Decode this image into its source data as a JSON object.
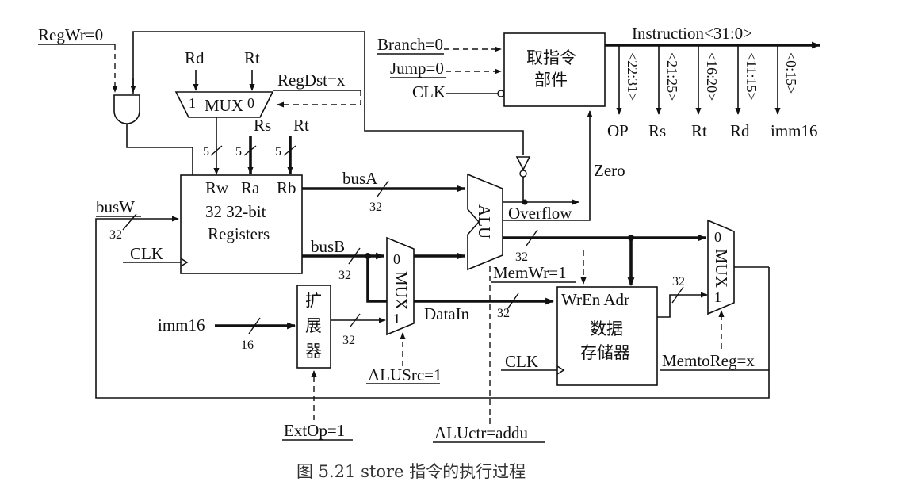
{
  "labels": {
    "regwr": "RegWr=0",
    "branch": "Branch=0",
    "jump": "Jump=0",
    "clk_fetch": "CLK",
    "fetch_block": [
      "取指令",
      "部件"
    ],
    "instruction": "Instruction<31:0>",
    "fields": [
      "<22:31>",
      "<21:25>",
      "<16:20>",
      "<11:15>",
      "<0:15>"
    ],
    "field_names": [
      "OP",
      "Rs",
      "Rt",
      "Rd",
      "imm16"
    ],
    "rd": "Rd",
    "rt_top": "Rt",
    "mux_dst": "MUX",
    "mux_dst_in1": "1",
    "mux_dst_in0": "0",
    "regdst": "RegDst=x",
    "rs_in": "Rs",
    "rt_in": "Rt",
    "width5": "5",
    "rw": "Rw",
    "ra": "Ra",
    "rb": "Rb",
    "regfile": [
      "32 32-bit",
      "Registers"
    ],
    "busa": "busA",
    "busb": "busB",
    "busw": "busW",
    "width32": "32",
    "width16": "16",
    "clk_reg": "CLK",
    "zero": "Zero",
    "alu": "ALU",
    "overflow": "Overflow",
    "mux_alu": "MUX",
    "mux_alu_in0": "0",
    "mux_alu_in1": "1",
    "datain": "DataIn",
    "alusrc": "ALUSrc=1",
    "imm16": "imm16",
    "extender": "扩展器",
    "extop": "ExtOp=1",
    "memwr": "MemWr=1",
    "mem_ports": "WrEn  Adr",
    "mem_block": [
      "数据",
      "存储器"
    ],
    "clk_mem": "CLK",
    "mux_mem": "MUX",
    "mux_mem_in0": "0",
    "mux_mem_in1": "1",
    "memtoreg": "MemtoReg=x",
    "aluctr": "ALUctr=addu",
    "caption": "图 5.21    store 指令的执行过程"
  }
}
